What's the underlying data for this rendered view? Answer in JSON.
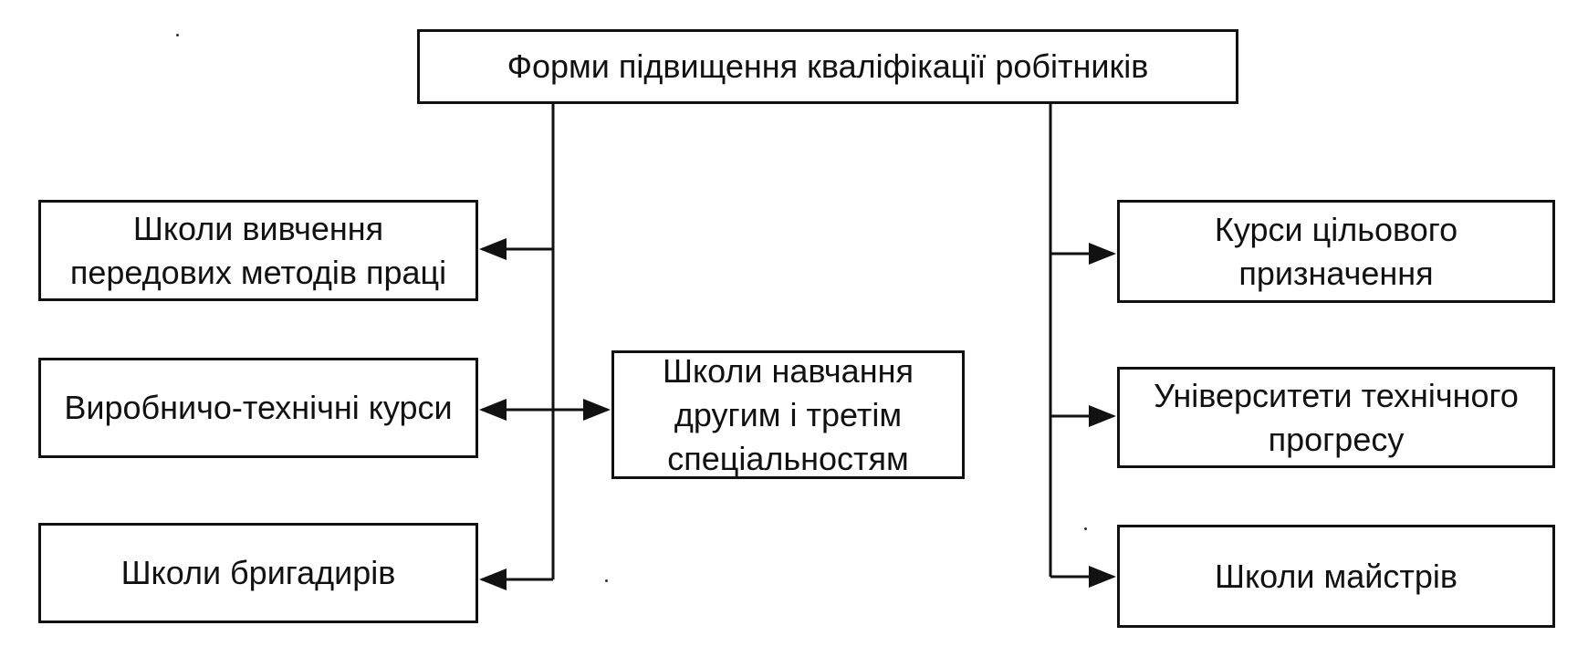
{
  "diagram": {
    "root": {
      "label": "Форми підвищення кваліфікації робітників"
    },
    "left": [
      {
        "label": "Школи вивчення\nпередових методів праці"
      },
      {
        "label": "Виробничо-технічні курси"
      },
      {
        "label": "Школи бригадирів"
      }
    ],
    "center": {
      "label": "Школи навчання\nдругим і третім\nспеціальностям"
    },
    "right": [
      {
        "label": "Курси цільового\nпризначення"
      },
      {
        "label": "Університети технічного\nпрогресу"
      },
      {
        "label": "Школи майстрів"
      }
    ]
  }
}
